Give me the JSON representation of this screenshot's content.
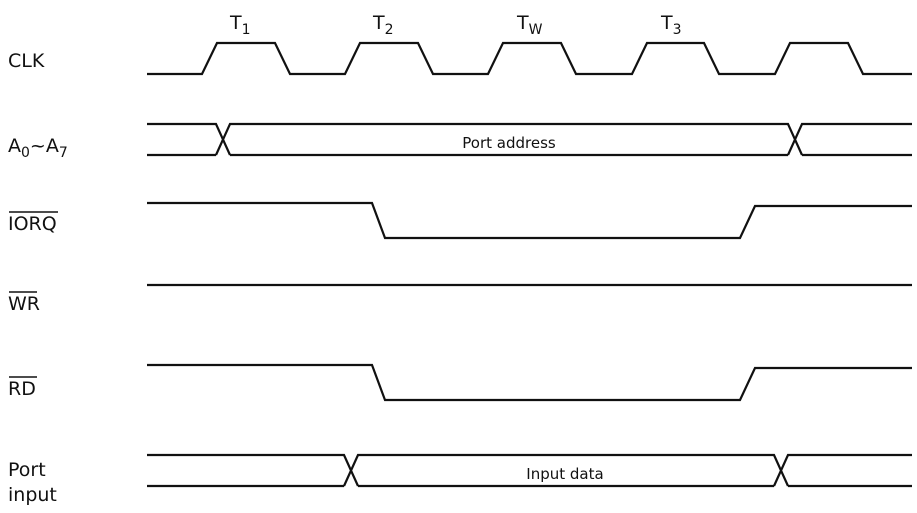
{
  "phases": [
    {
      "base": "T",
      "sub": "1"
    },
    {
      "base": "T",
      "sub": "2"
    },
    {
      "base": "T",
      "sub": "W"
    },
    {
      "base": "T",
      "sub": "3"
    }
  ],
  "signals": {
    "clk": {
      "label": "CLK"
    },
    "addr": {
      "label_a": "A",
      "sub_a": "0",
      "tilde": "~",
      "label_b": "A",
      "sub_b": "7",
      "bus_text": "Port address"
    },
    "iorq": {
      "label": "IORQ",
      "active_low": true
    },
    "wr": {
      "label": "WR",
      "active_low": true
    },
    "rd": {
      "label": "RD",
      "active_low": true
    },
    "port": {
      "label_line1": "Port",
      "label_line2": "input",
      "bus_text": "Input data"
    }
  },
  "colors": {
    "line": "#111111",
    "background": "#ffffff"
  }
}
